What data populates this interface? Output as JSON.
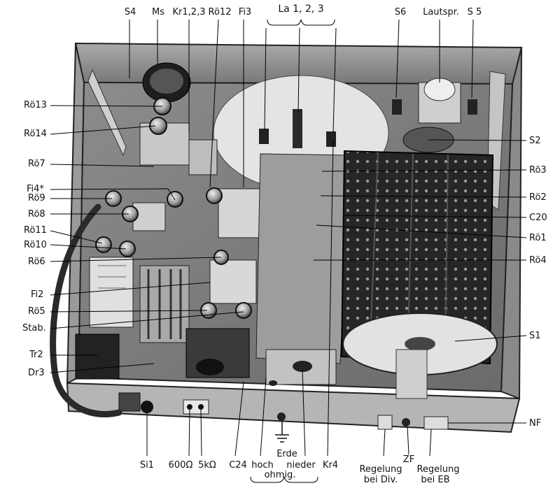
{
  "labels": {
    "top": [
      "S4",
      "Ms",
      "Kr1,2,3",
      "Rö12",
      "Fi3",
      "La 1, 2, 3",
      "S6",
      "Lautspr.",
      "S 5"
    ],
    "left": [
      "Rö13",
      "Rö14",
      "Rö7",
      "Fi4*",
      "Rö9",
      "Rö8",
      "Rö11",
      "Rö10",
      "Rö6",
      "Fi2",
      "Rö5",
      "Stab.",
      "Tr2",
      "Dr3"
    ],
    "right": [
      "S2",
      "Rö3",
      "Rö2",
      "C20",
      "Rö1",
      "Rö4",
      "S1",
      "NF"
    ],
    "bottom": {
      "si1": "Si1",
      "r600": "600Ω",
      "r5k": "5kΩ",
      "c24": "C24",
      "hoch": "hoch",
      "erde": "Erde",
      "nieder": "nieder",
      "ohmig": "ohmig.",
      "kr4": "Kr4",
      "reg_div_1": "Regelung",
      "reg_div_2": "bei Div.",
      "zf": "ZF",
      "reg_eb_1": "Regelung",
      "reg_eb_2": "bei EB"
    }
  }
}
